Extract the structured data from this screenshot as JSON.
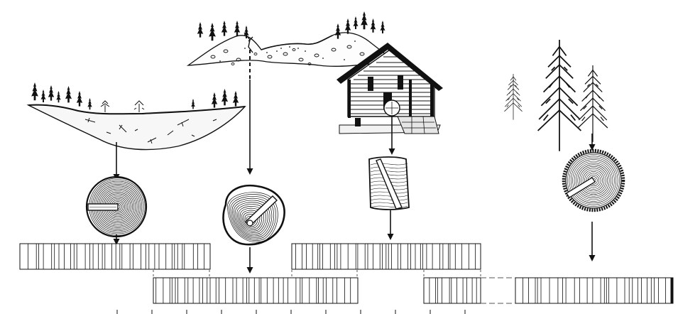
{
  "figure": {
    "sources": [
      {
        "id": "bog",
        "icon": "bog-landscape-icon"
      },
      {
        "id": "landslide",
        "icon": "landslide-hillside-icon"
      },
      {
        "id": "chalet",
        "icon": "log-chalet-icon"
      },
      {
        "id": "forest",
        "icon": "living-spruce-trees-icon"
      }
    ],
    "samples": [
      {
        "id": "bog-disc",
        "icon": "tree-ring-disc-icon"
      },
      {
        "id": "landslide-disc",
        "icon": "irregular-log-disc-icon"
      },
      {
        "id": "beam-section",
        "icon": "timber-beam-core-icon"
      },
      {
        "id": "living-disc",
        "icon": "bark-edge-disc-icon"
      }
    ],
    "sequences": [
      {
        "id": "sequence-a",
        "rings": 38
      },
      {
        "id": "sequence-b",
        "rings": 42
      },
      {
        "id": "sequence-c",
        "rings": 40
      },
      {
        "id": "sequence-d",
        "rings": 12
      },
      {
        "id": "sequence-e",
        "rings": 30
      }
    ],
    "colors": {
      "ink": "#111111",
      "paper": "#ffffff",
      "dash": "#555555"
    }
  }
}
